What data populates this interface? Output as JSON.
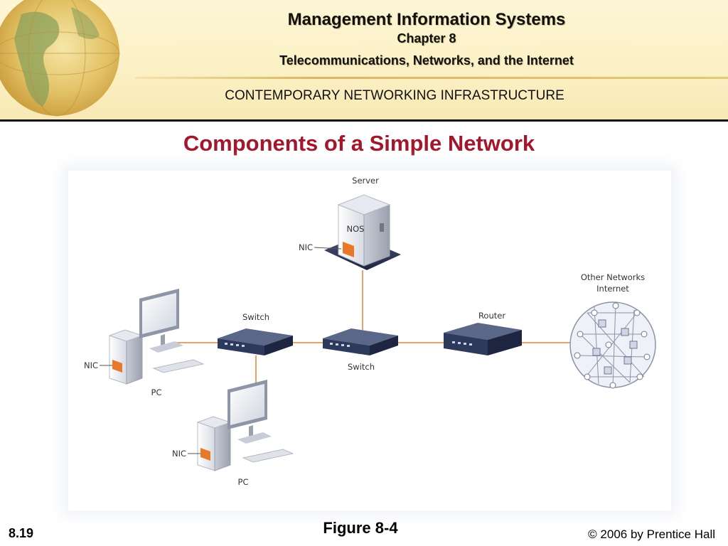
{
  "header": {
    "title": "Management Information Systems",
    "chapter": "Chapter 8",
    "subtitle": "Telecommunications, Networks, and the Internet",
    "section": "CONTEMPORARY NETWORKING INFRASTRUCTURE"
  },
  "slide": {
    "title": "Components of a Simple Network",
    "caption": "Figure 8-4",
    "number": "8.19",
    "copyright": "© 2006 by Prentice Hall"
  },
  "diagram": {
    "server": "Server",
    "nos": "NOS",
    "nic": "NIC",
    "switch": "Switch",
    "router": "Router",
    "pc": "PC",
    "other_networks": "Other Networks",
    "internet": "Internet"
  },
  "colors": {
    "title_red": "#a3172d",
    "connector": "#e8a36b",
    "nic_orange": "#e8782a",
    "device_blue": "#2e3a5c"
  }
}
